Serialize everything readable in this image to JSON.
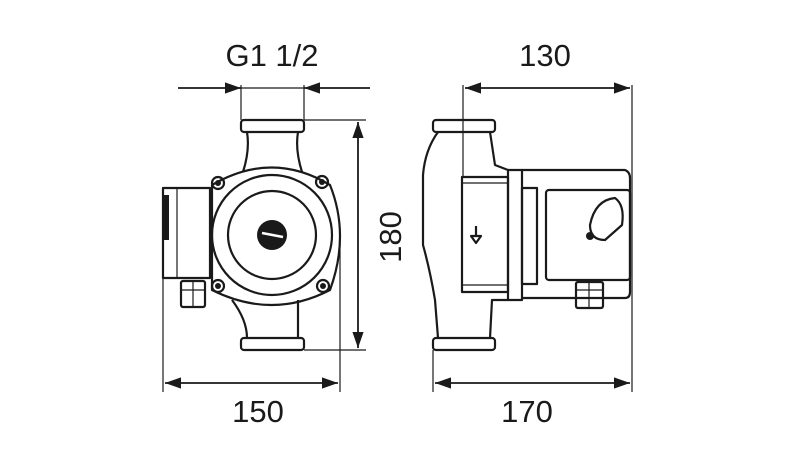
{
  "dimensions": {
    "connection": "G1 1/2",
    "side_width_motor": "130",
    "height": "180",
    "front_width": "150",
    "side_depth": "170"
  },
  "colors": {
    "line": "#1a1a1a",
    "background": "#ffffff"
  }
}
